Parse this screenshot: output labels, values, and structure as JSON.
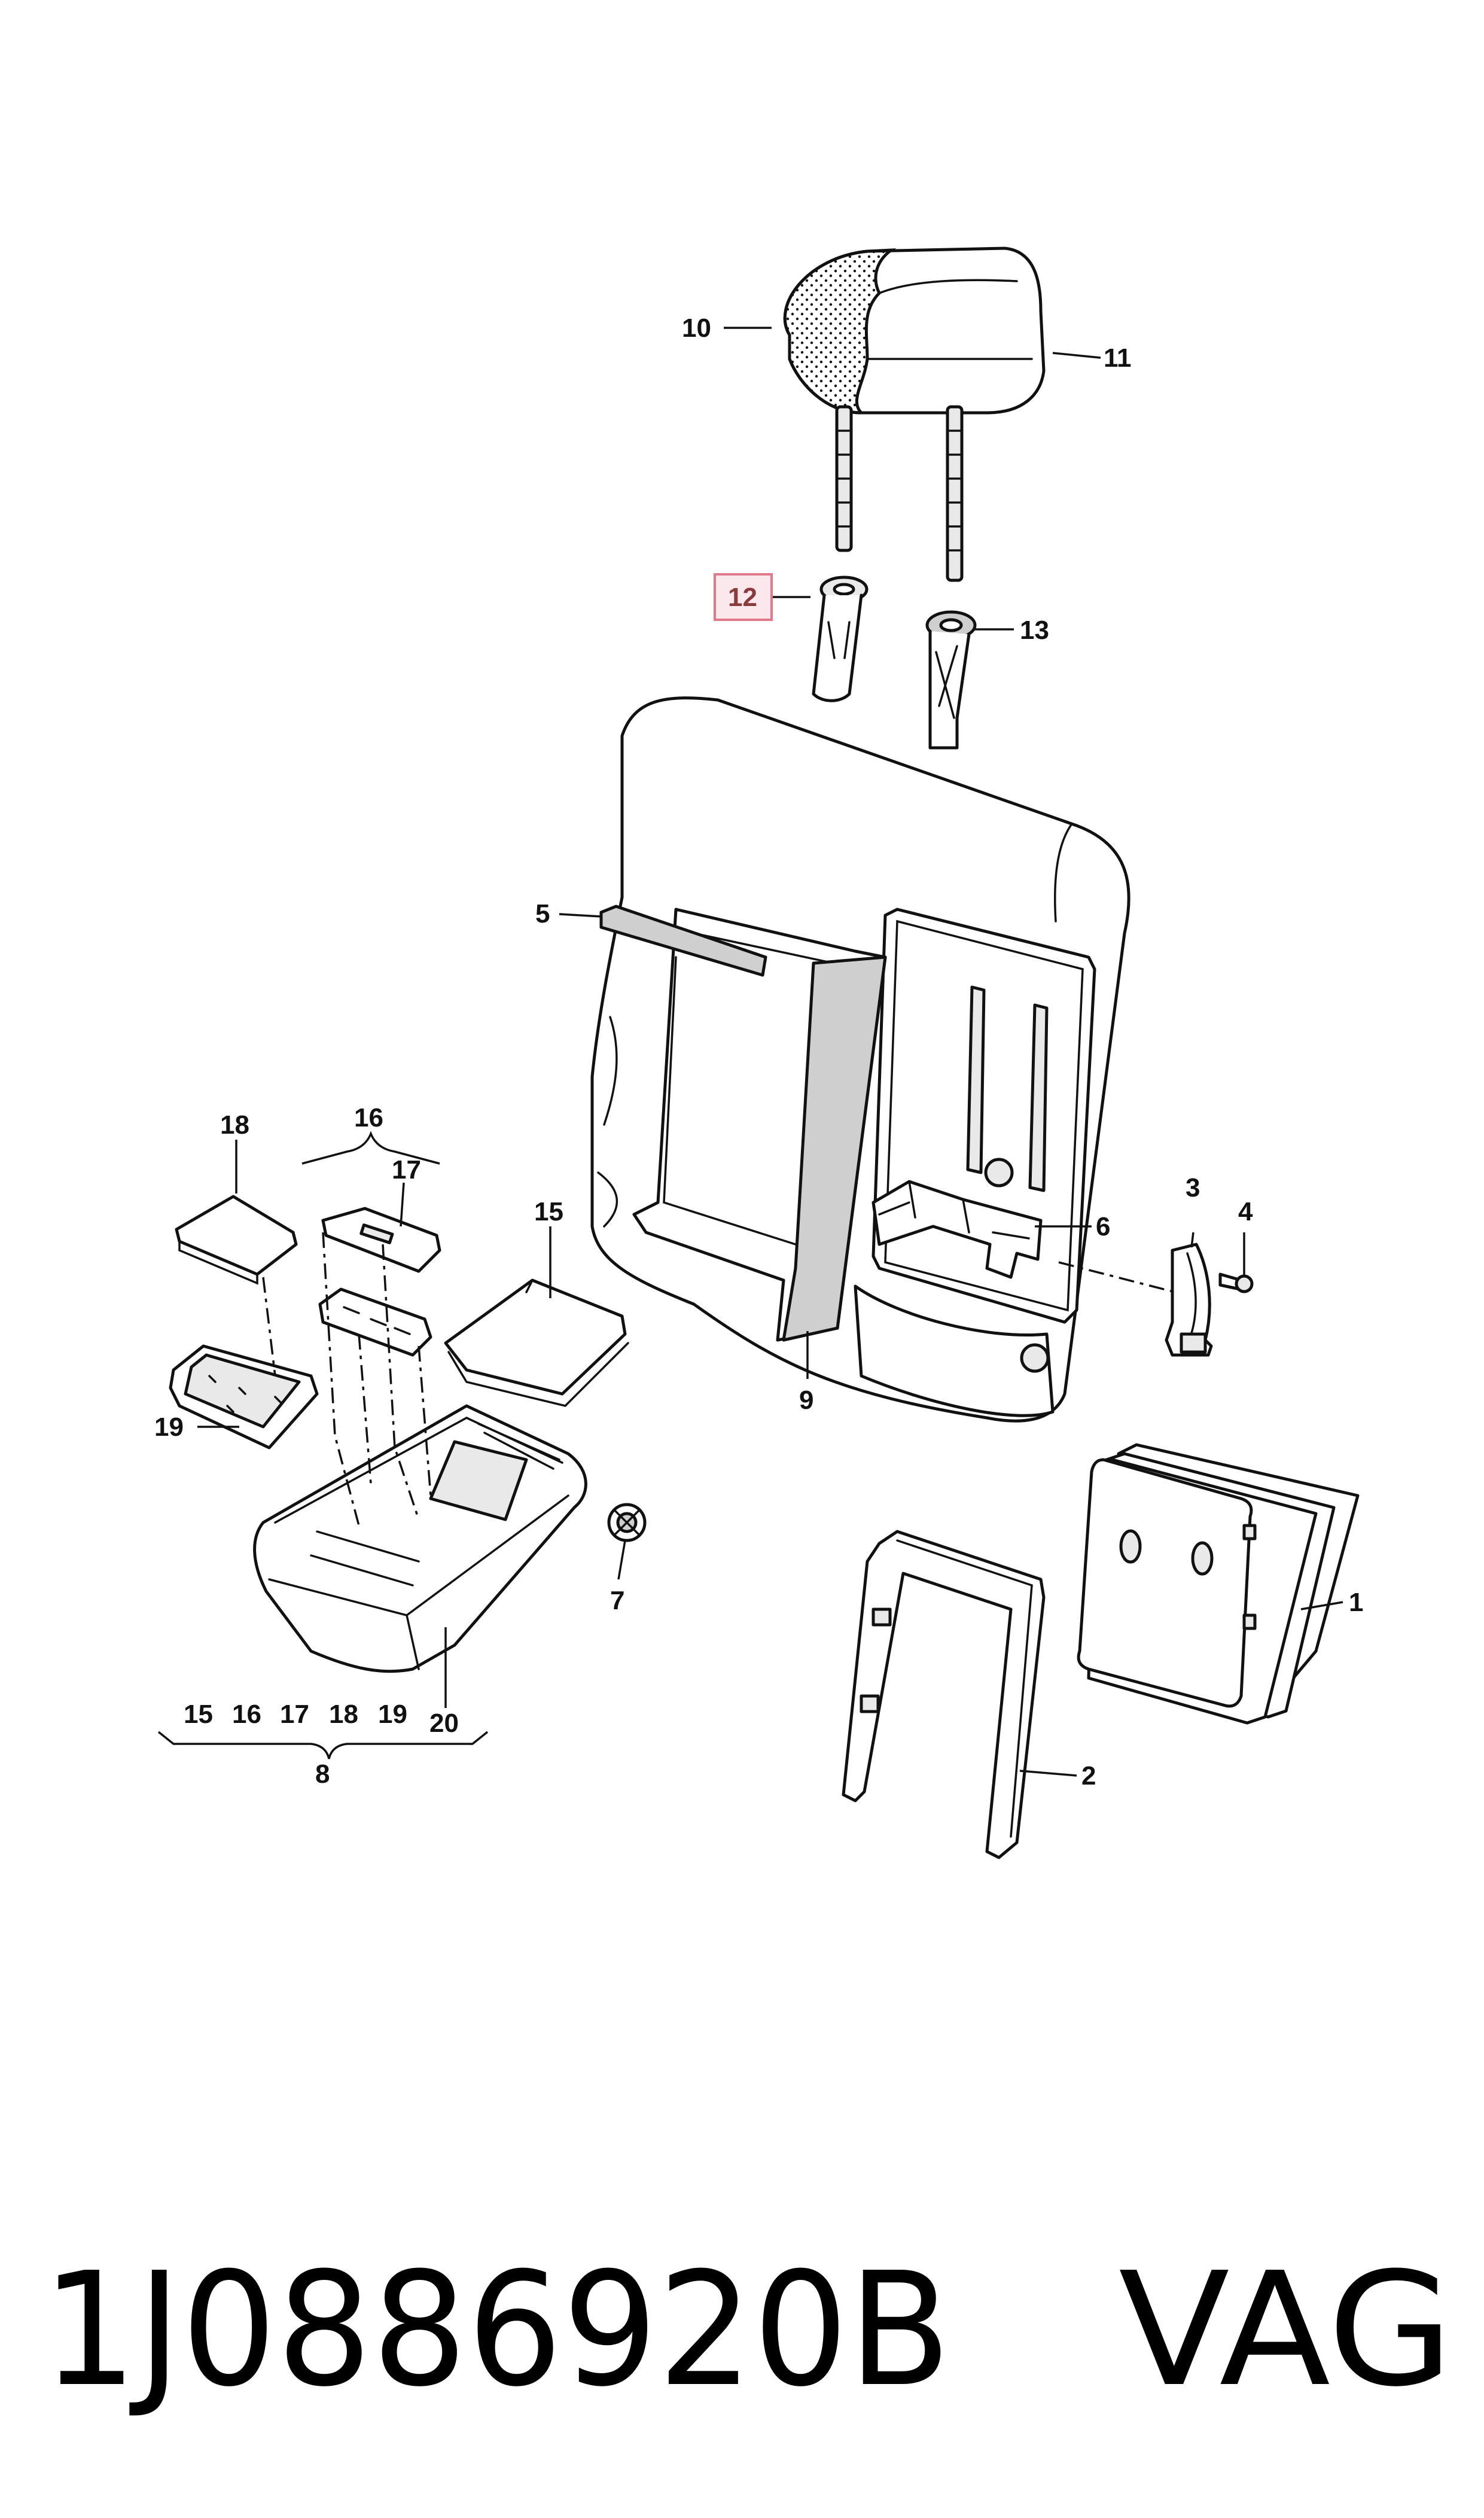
{
  "callouts": {
    "c1": "1",
    "c2": "2",
    "c3": "3",
    "c4": "4",
    "c5": "5",
    "c6": "6",
    "c7": "7",
    "c8": "8",
    "c9": "9",
    "c10": "10",
    "c11": "11",
    "c12": "12",
    "c13": "13",
    "c15": "15",
    "c16": "16",
    "c17": "17",
    "c18": "18",
    "c19": "19",
    "c20": "20"
  },
  "group_8_members": [
    "15",
    "16",
    "17",
    "18",
    "19",
    "20"
  ],
  "highlighted_callout": "12",
  "colors": {
    "line": "#111111",
    "highlight_box_border": "#e07a8a",
    "highlight_box_fill": "#fbe8ec",
    "highlight_text": "#8a3a3a"
  },
  "footer": {
    "part_number": "1J0886920B",
    "brand": "VAG"
  }
}
